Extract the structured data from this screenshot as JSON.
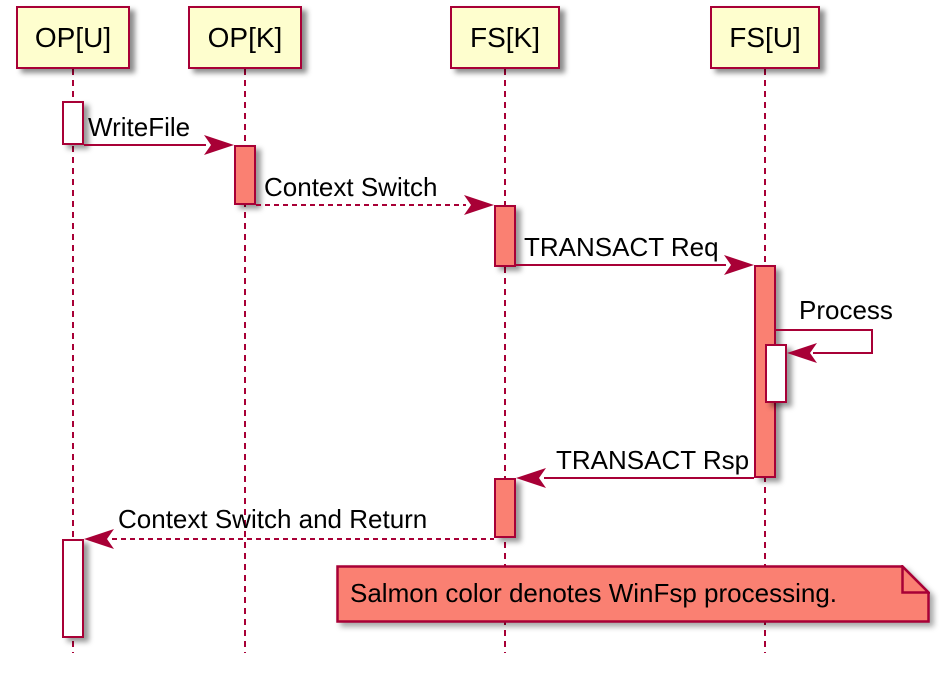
{
  "diagram": {
    "type": "sequence",
    "actors": [
      {
        "label": "OP[U]"
      },
      {
        "label": "OP[K]"
      },
      {
        "label": "FS[K]"
      },
      {
        "label": "FS[U]"
      }
    ],
    "messages": [
      {
        "label": "WriteFile",
        "from": "OP[U]",
        "to": "OP[K]",
        "line": "solid"
      },
      {
        "label": "Context Switch",
        "from": "OP[K]",
        "to": "FS[K]",
        "line": "dashed"
      },
      {
        "label": "TRANSACT Req",
        "from": "FS[K]",
        "to": "FS[U]",
        "line": "solid"
      },
      {
        "label": "Process",
        "from": "FS[U]",
        "to": "FS[U]",
        "line": "self"
      },
      {
        "label": "TRANSACT Rsp",
        "from": "FS[U]",
        "to": "FS[K]",
        "line": "solid"
      },
      {
        "label": "Context Switch and Return",
        "from": "FS[K]",
        "to": "OP[U]",
        "line": "dashed"
      }
    ],
    "note": {
      "text": "Salmon color denotes WinFsp processing."
    },
    "colors": {
      "actor_fill": "#FEFECE",
      "line": "#A80036",
      "salmon": "#FA8072",
      "activation_plain": "#FFFFFF",
      "text": "#000000"
    }
  }
}
